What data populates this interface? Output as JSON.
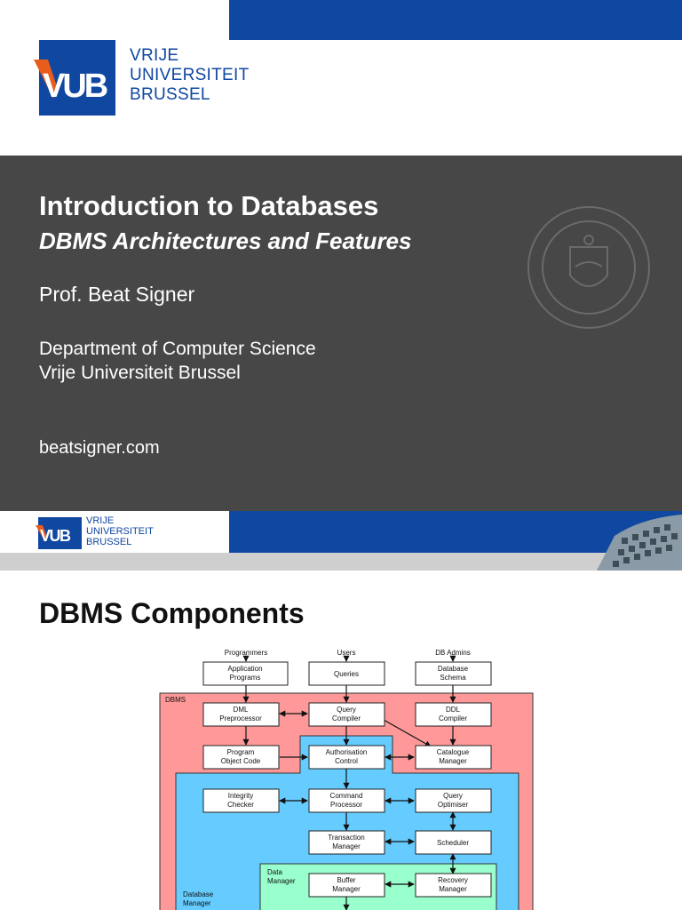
{
  "slide1": {
    "logo_lines": [
      "VRIJE",
      "UNIVERSITEIT",
      "BRUSSEL"
    ],
    "title": "Introduction to Databases",
    "subtitle": "DBMS Architectures and Features",
    "author": "Prof. Beat Signer",
    "department_line1": "Department of Computer Science",
    "department_line2": "Vrije Universiteit Brussel",
    "website": "beatsigner.com",
    "seal_icon": "university-seal-icon"
  },
  "slide2": {
    "logo_lines": [
      "VRIJE",
      "UNIVERSITEIT",
      "BRUSSEL"
    ],
    "title": "DBMS Components",
    "diagram": {
      "actors": [
        "Programmers",
        "Users",
        "DB Admins"
      ],
      "inputs": [
        [
          "Application",
          "Programs"
        ],
        [
          "Queries"
        ],
        [
          "Database",
          "Schema"
        ]
      ],
      "dbms_label": "DBMS",
      "database_manager_label": [
        "Database",
        "Manager"
      ],
      "data_manager_label": [
        "Data",
        "Manager"
      ],
      "components": {
        "dml": [
          "DML",
          "Preprocessor"
        ],
        "query_compiler": [
          "Query",
          "Compiler"
        ],
        "ddl": [
          "DDL",
          "Compiler"
        ],
        "program_object_code": [
          "Program",
          "Object Code"
        ],
        "authorisation": [
          "Authorisation",
          "Control"
        ],
        "catalogue": [
          "Catalogue",
          "Manager"
        ],
        "integrity": [
          "Integrity",
          "Checker"
        ],
        "command_processor": [
          "Command",
          "Processor"
        ],
        "query_optimiser": [
          "Query",
          "Optimiser"
        ],
        "transaction": [
          "Transaction",
          "Manager"
        ],
        "scheduler": [
          "Scheduler"
        ],
        "buffer": [
          "Buffer",
          "Manager"
        ],
        "recovery": [
          "Recovery",
          "Manager"
        ]
      },
      "colors": {
        "dbms": "#ff9999",
        "database_manager": "#66ccff",
        "data_manager": "#99ffcc",
        "brand_blue": "#0f47a1",
        "brand_orange": "#e85c1c"
      }
    }
  }
}
